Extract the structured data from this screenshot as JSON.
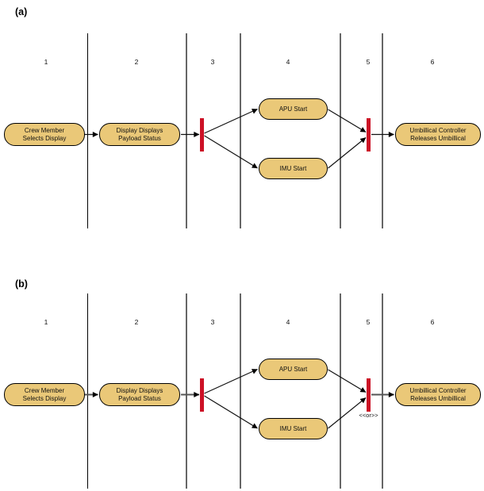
{
  "panels": {
    "a": {
      "label": "(a)",
      "lanes": [
        "1",
        "2",
        "3",
        "4",
        "5",
        "6"
      ],
      "nodes": {
        "crew": {
          "line1": "Crew Member",
          "line2": "Selects Display"
        },
        "display": {
          "line1": "Display Displays",
          "line2": "Payload Status"
        },
        "apu": {
          "label": "APU Start"
        },
        "imu": {
          "label": "IMU Start"
        },
        "umbilical": {
          "line1": "Umbillical Controller",
          "line2": "Releases Umbillical"
        }
      }
    },
    "b": {
      "label": "(b)",
      "lanes": [
        "1",
        "2",
        "3",
        "4",
        "5",
        "6"
      ],
      "nodes": {
        "crew": {
          "line1": "Crew Member",
          "line2": "Selects Display"
        },
        "display": {
          "line1": "Display Displays",
          "line2": "Payload Status"
        },
        "apu": {
          "label": "APU Start"
        },
        "imu": {
          "label": "IMU Start"
        },
        "umbilical": {
          "line1": "Umbillical Controller",
          "line2": "Releases Umbillical"
        }
      },
      "or_annotation": "<<or>>"
    }
  },
  "colors": {
    "node_fill": "#EAC878",
    "node_border": "#000000",
    "sync_bar": "#CC1126",
    "lane_line": "#666666",
    "arrow": "#111111"
  }
}
